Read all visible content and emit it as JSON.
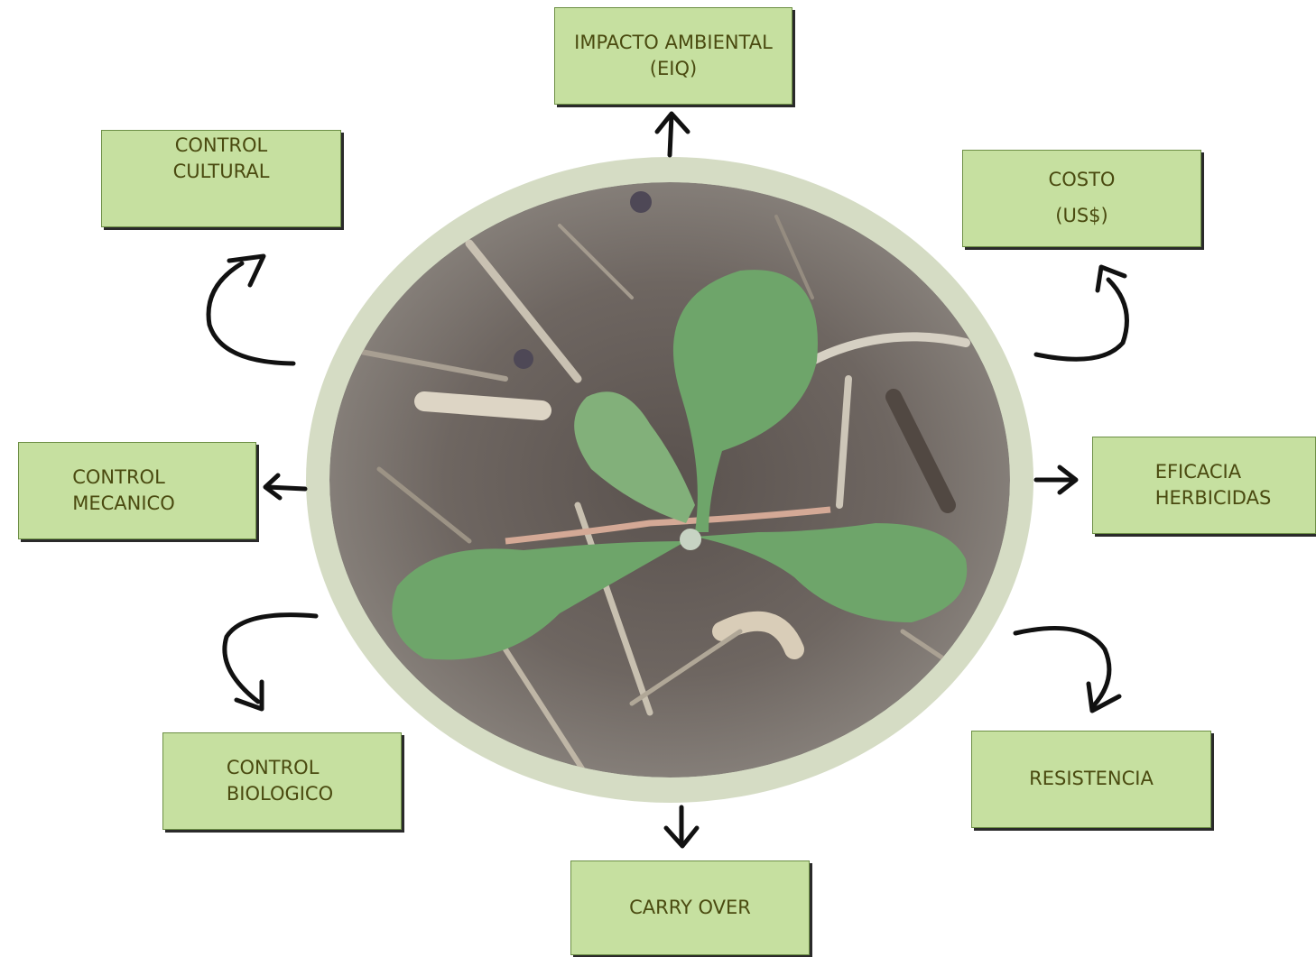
{
  "nodes": {
    "impacto": {
      "label": "IMPACTO AMBIENTAL\n(EIQ)"
    },
    "cultural": {
      "label": "CONTROL\nCULTURAL"
    },
    "costo": {
      "label": "COSTO\n(US$)"
    },
    "mecanico": {
      "label": "CONTROL\nMECANICO"
    },
    "eficacia": {
      "label": "EFICACIA\nHERBICIDAS"
    },
    "biologico": {
      "label": "CONTROL\nBIOLOGICO"
    },
    "resistencia": {
      "label": "RESISTENCIA"
    },
    "carry": {
      "label": "CARRY OVER"
    }
  },
  "colors": {
    "box_fill": "#c6e0a0",
    "box_border": "#6d8f45",
    "text": "#4a4a10",
    "ring": "#d5dcc4",
    "leaf": "#6ea56a",
    "soil": "#6b625d",
    "arrow": "#111111"
  },
  "central_image": {
    "icon": "weed-seedling-photo"
  }
}
